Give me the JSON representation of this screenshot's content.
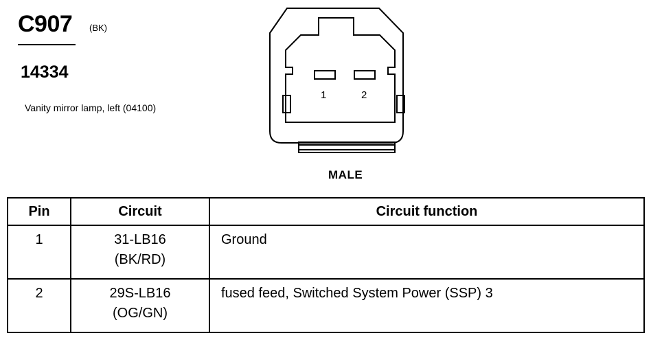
{
  "connector": {
    "id": "C907",
    "color": "(BK)",
    "part_number": "14334",
    "description": "Vanity mirror lamp, left (04100)",
    "gender": "MALE",
    "pins": [
      "1",
      "2"
    ]
  },
  "table": {
    "headers": [
      "Pin",
      "Circuit",
      "Circuit function"
    ],
    "rows": [
      {
        "pin": "1",
        "circuit": "31-LB16",
        "wire_color": "(BK/RD)",
        "function": "Ground"
      },
      {
        "pin": "2",
        "circuit": "29S-LB16",
        "wire_color": "(OG/GN)",
        "function": "fused feed, Switched System Power (SSP) 3"
      }
    ]
  }
}
